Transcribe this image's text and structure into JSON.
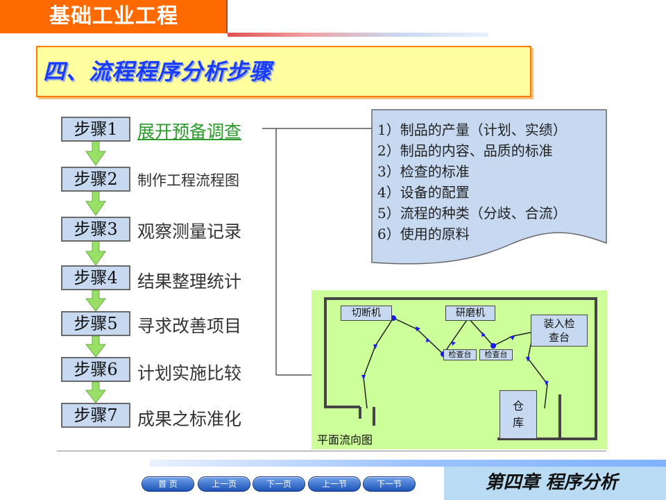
{
  "header": {
    "title": "基础工业工程"
  },
  "section": {
    "title": "四、流程程序分析步骤"
  },
  "steps": [
    {
      "label": "步骤1",
      "desc": "展开预备调查"
    },
    {
      "label": "步骤2",
      "desc": "制作工程流程图"
    },
    {
      "label": "步骤3",
      "desc": "观察测量记录"
    },
    {
      "label": "步骤4",
      "desc": "结果整理统计"
    },
    {
      "label": "步骤5",
      "desc": "寻求改善项目"
    },
    {
      "label": "步骤6",
      "desc": "计划实施比较"
    },
    {
      "label": "步骤7",
      "desc": "成果之标准化"
    }
  ],
  "notes": [
    "1）制品的产量（计划、实绩）",
    "2）制品的内容、品质的标准",
    "3）检查的标准",
    "4）设备的配置",
    "5）流程的种类（分歧、合流）",
    "6）使用的原料"
  ],
  "plan": {
    "caption": "平面流向图",
    "cutter": "切断机",
    "grinder": "研磨机",
    "inspect1": "检查台",
    "inspect2": "检查台",
    "load_line1": "装入检",
    "load_line2": "查台",
    "warehouse_line1": "仓",
    "warehouse_line2": "库"
  },
  "footer": {
    "chapter": "第四章  程序分析",
    "nav": [
      "首 页",
      "上一页",
      "下一页",
      "上一节",
      "下一节"
    ]
  },
  "colors": {
    "header": "#ff6a00",
    "section_title": "#1a3cff",
    "plan_bg": "#ccff99",
    "step_box": "#c6d9f0",
    "arrow": "#99e066",
    "note_box": "#c6d9f0"
  }
}
